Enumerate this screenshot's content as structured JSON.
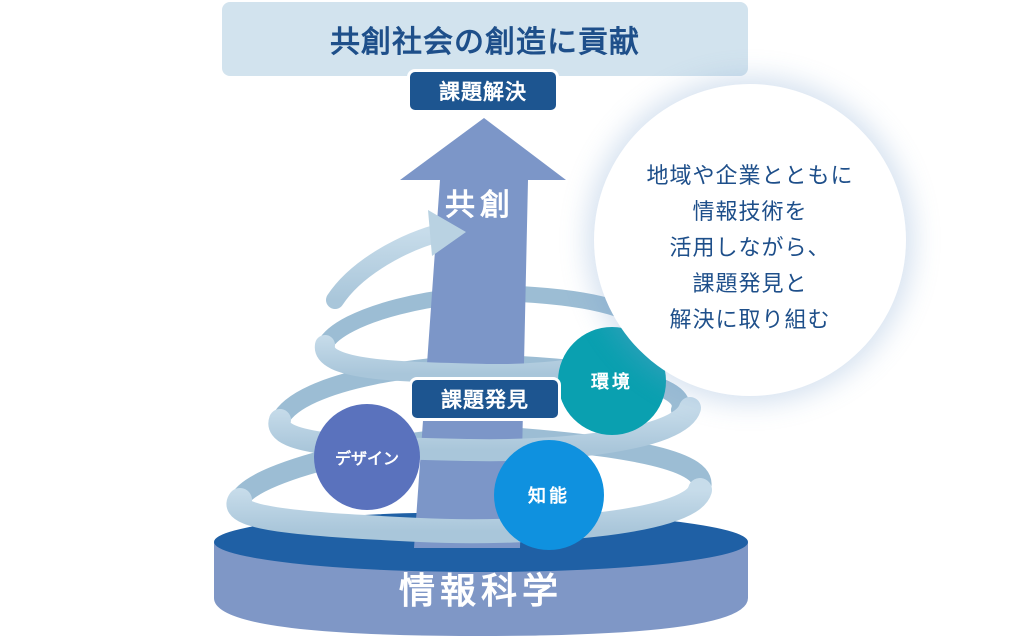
{
  "top_banner": {
    "title": "共創社会の創造に貢献"
  },
  "tags": {
    "solve": "課題解決",
    "find": "課題発見"
  },
  "arrow": {
    "label": "共創"
  },
  "base": {
    "label": "情報科学"
  },
  "circles": {
    "design": "デザイン",
    "environment": "環境",
    "intelligence": "知能"
  },
  "bubble": {
    "lines": [
      "地域や企業とともに",
      "情報技術を",
      "活用しながら、",
      "課題発見と",
      "解決に取り組む"
    ]
  },
  "colors": {
    "banner_bg": "#d2e3ee",
    "banner_text": "#1e4f8a",
    "tag_bg": "#1d5590",
    "arrow": "#7c96c8",
    "spiral": "#b9d2e2",
    "base_top": "#1f60a5",
    "base_side": "#7f97c6",
    "design": "#5a72bd",
    "environment": "#0aa0b0",
    "intelligence": "#0f91df"
  }
}
